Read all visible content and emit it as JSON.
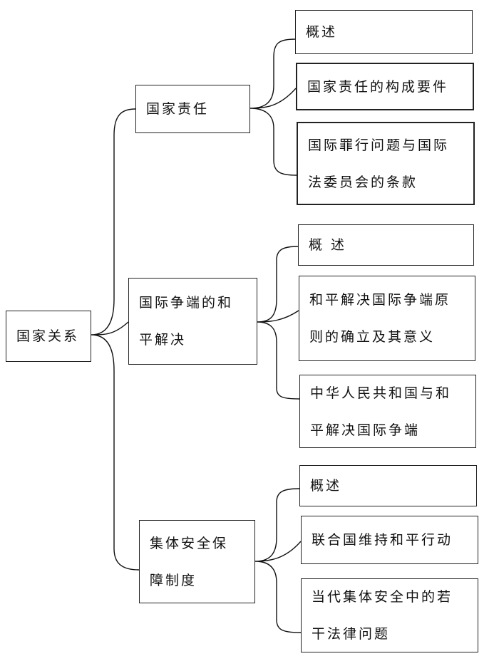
{
  "root": {
    "label": "国家关系"
  },
  "branches": [
    {
      "label_lines": [
        "国家责任"
      ],
      "children": [
        {
          "lines": [
            "概述"
          ]
        },
        {
          "lines": [
            "国家责任的构成要件"
          ]
        },
        {
          "lines": [
            "国际罪行问题与国际",
            "法委员会的条款"
          ]
        }
      ]
    },
    {
      "label_lines": [
        "国际争端的和",
        "平解决"
      ],
      "children": [
        {
          "lines": [
            "概 述"
          ]
        },
        {
          "lines": [
            "和平解决国际争端原",
            "则的确立及其意义"
          ]
        },
        {
          "lines": [
            "中华人民共和国与和",
            "平解决国际争端"
          ]
        }
      ]
    },
    {
      "label_lines": [
        "集体安全保",
        "障制度"
      ],
      "children": [
        {
          "lines": [
            "概述"
          ]
        },
        {
          "lines": [
            "联合国维持和平行动"
          ]
        },
        {
          "lines": [
            "当代集体安全中的若",
            "干法律问题"
          ]
        }
      ]
    }
  ]
}
